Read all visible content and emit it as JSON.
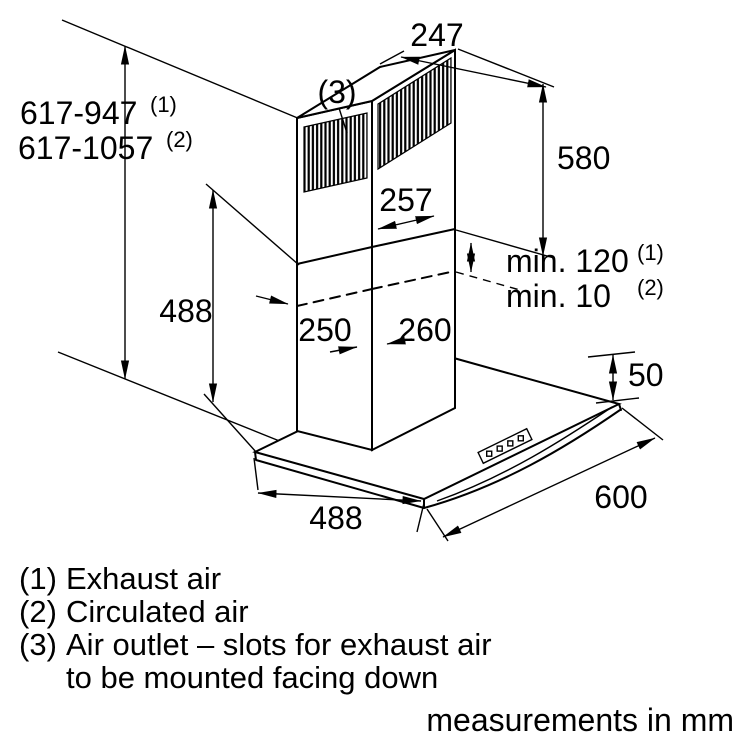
{
  "diagram": {
    "dimensions": {
      "top_width": "247",
      "callout_air_outlet": "(3)",
      "total_height_exhaust": "617-947",
      "total_height_exhaust_note": "(1)",
      "total_height_recirc": "617-1057",
      "total_height_recirc_note": "(2)",
      "upper_chimney_height": "580",
      "upper_chimney_width": "257",
      "min_overlap_exhaust": "min. 120",
      "min_overlap_exhaust_note": "(1)",
      "min_overlap_recirc": "min. 10",
      "min_overlap_recirc_note": "(2)",
      "lower_chimney_height": "488",
      "lower_chimney_width_left": "250",
      "lower_chimney_width_right": "260",
      "hood_edge_height": "50",
      "hood_body_width": "488",
      "hood_depth": "600"
    },
    "legend": [
      {
        "num": "(1)",
        "text": "Exhaust air"
      },
      {
        "num": "(2)",
        "text": "Circulated air"
      },
      {
        "num": "(3)",
        "text": "Air outlet – slots for exhaust air"
      },
      {
        "num": "",
        "text": "to be mounted facing down"
      }
    ],
    "footer_note": "measurements in mm"
  }
}
